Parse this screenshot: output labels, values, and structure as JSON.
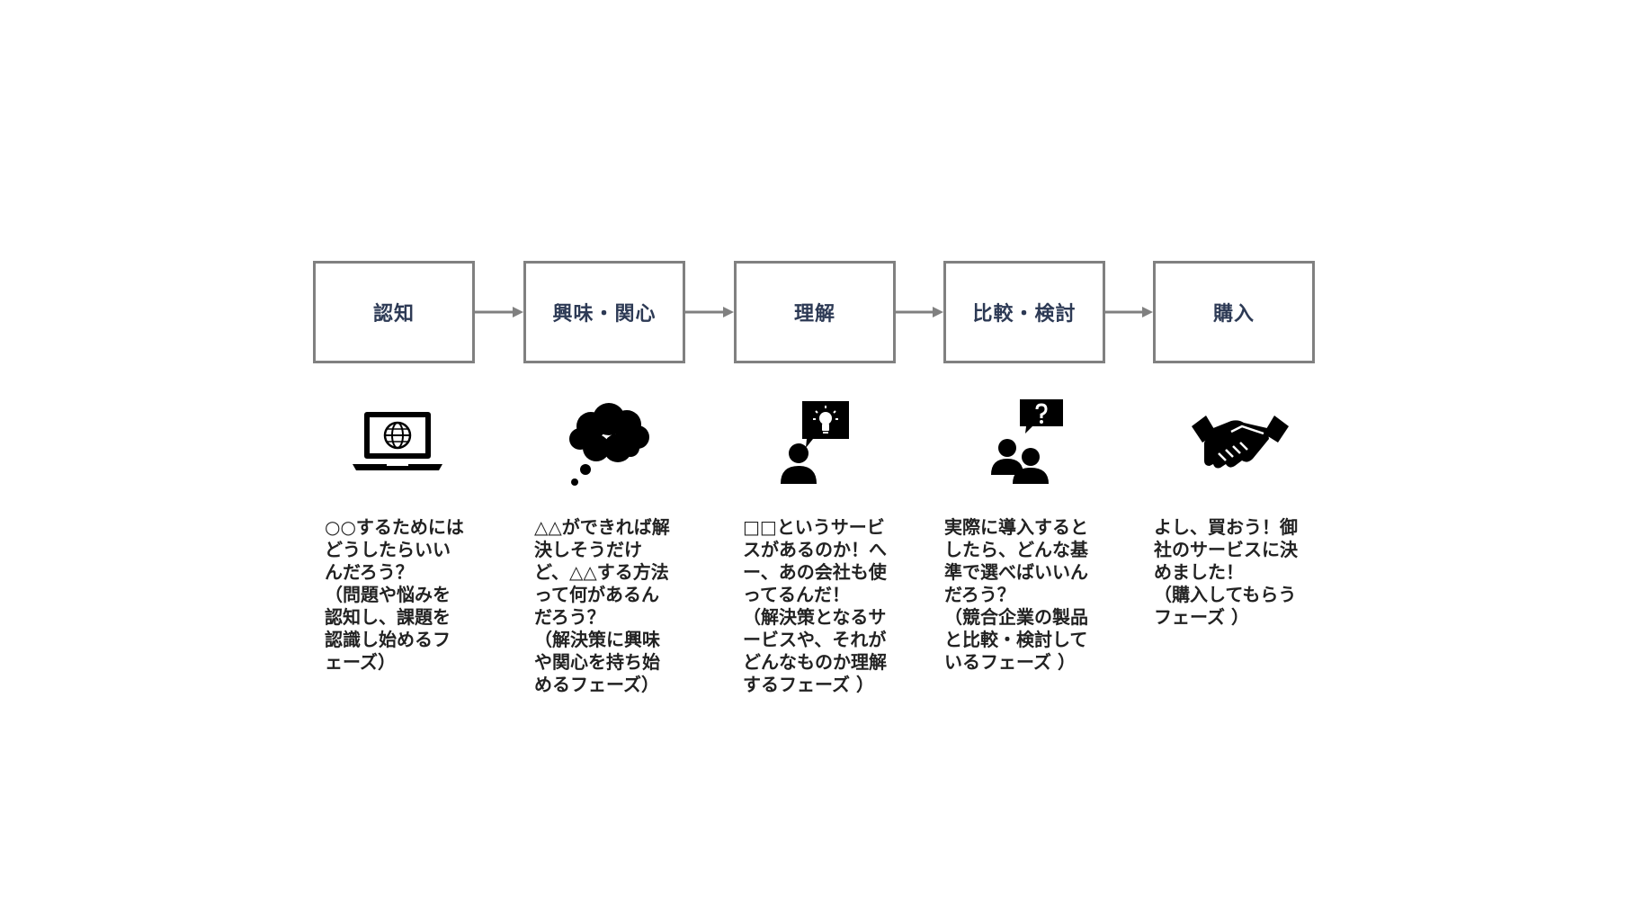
{
  "stages": [
    {
      "label": "認知",
      "icon": "laptop-globe-icon",
      "description": "○○するためにはどうしたらいいんだろう？\n（問題や悩みを認知し、課題を認識し始めるフェーズ）"
    },
    {
      "label": "興味・関心",
      "icon": "thought-bubble-icon",
      "description": "△△ができれば解決しそうだけど、△△する方法って何があるんだろう？\n（解決策に興味や関心を持ち始めるフェーズ）"
    },
    {
      "label": "理解",
      "icon": "person-lightbulb-icon",
      "description": "□□というサービスがあるのか！へー、あの会社も使ってるんだ！\n（解決策となるサービスや、それがどんなものか理解するフェーズ ）"
    },
    {
      "label": "比較・検討",
      "icon": "people-question-icon",
      "description": "実際に導入するとしたら、どんな基準で選べばいいんだろう？\n（競合企業の製品と比較・検討しているフェーズ ）"
    },
    {
      "label": "購入",
      "icon": "handshake-icon",
      "description": "よし、買おう！御社のサービスに決めました！\n（購入してもらうフェーズ ）"
    }
  ],
  "colors": {
    "box_border": "#808080",
    "arrow": "#808080",
    "label_text": "#2d3a55",
    "body_text": "#222222",
    "icon": "#000000"
  }
}
